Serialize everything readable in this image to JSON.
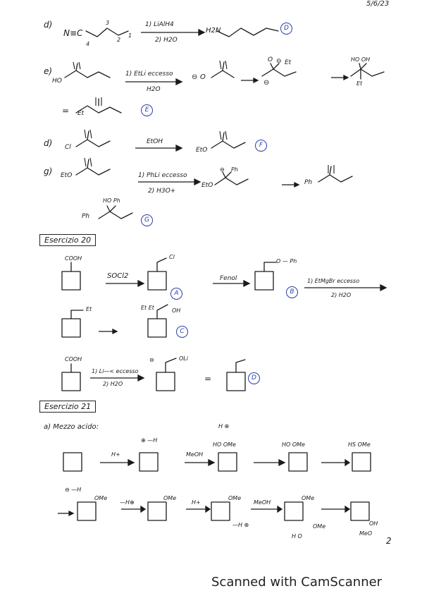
{
  "header": {
    "date": "5/6/23"
  },
  "section_d": {
    "letter": "d)",
    "reactant": "N≡C",
    "n1": "1",
    "n2": "2",
    "n3": "3",
    "n4": "4",
    "reagent_top": "1) LiAlH4",
    "reagent_bottom": "2) H2O",
    "product": "H2N",
    "label": "D"
  },
  "section_e": {
    "letter": "e)",
    "reactant_ho": "HO",
    "reagent_top": "1) EtLi eccesso",
    "reagent_bottom": "H2O",
    "charge1": "⊖",
    "o1": "O",
    "charge2": "⊖",
    "o2": "O",
    "et1": "Et",
    "charge3": "⊖",
    "ho_oh": "HO OH",
    "et2": "Et",
    "equals": "=",
    "et3": "Et",
    "label": "E"
  },
  "section_f": {
    "letter": "d)",
    "cl": "Cl",
    "reagent": "EtOH",
    "eto": "EtO",
    "label": "F"
  },
  "section_g": {
    "letter": "g)",
    "eto1": "EtO",
    "reagent_top": "1) PhLi eccesso",
    "reagent_bottom": "2) H3O+",
    "eto2": "EtO",
    "ph1": "Ph",
    "charge": "⊖",
    "ph2": "Ph",
    "ho_ph": "HO Ph",
    "ph3": "Ph",
    "label": "G"
  },
  "exercise20": {
    "heading": "Esercizio 20",
    "cooh": "COOH",
    "reagent1": "SOCl2",
    "cl": "Cl",
    "label_a": "A",
    "reagent2": "Fenol",
    "ph": "O — Ph",
    "label_b": "B",
    "reagent3_top": "1) EtMgBr eccesso",
    "reagent3_bottom": "2) H2O",
    "et1": "Et",
    "et2": "Et Et",
    "oh1": "OH",
    "label_c": "C",
    "cooh2": "COOH",
    "reagent4_top": "1) Li—< eccesso",
    "reagent4_bottom": "2) H2O",
    "charge": "⊖",
    "oli": "OLi",
    "equals": "=",
    "label_d": "D"
  },
  "exercise21": {
    "heading": "Esercizio 21",
    "subtitle": "a) Mezzo acido:",
    "hplus1": "H+",
    "hplus_charge": "⊕ —H",
    "meoh1": "MeOH",
    "h_plus": "H ⊕",
    "ho_ome1": "HO  OMe",
    "ho_ome2": "HO  OMe",
    "hs_ome": "HS  OMe",
    "minus_h": "⊖ —H",
    "ome1": "OMe",
    "minus_h2": "—H⊕",
    "ome2": "OMe",
    "hplus2": "H+",
    "ome3": "OMe",
    "minus_h3": "—H ⊕",
    "meoh2": "MeOH",
    "ome4": "OMe",
    "ho": "H O",
    "ome5": "OMe",
    "meo": "MeO",
    "oh": "OH",
    "page_number": "2"
  },
  "footer": {
    "watermark": "Scanned with CamScanner"
  }
}
